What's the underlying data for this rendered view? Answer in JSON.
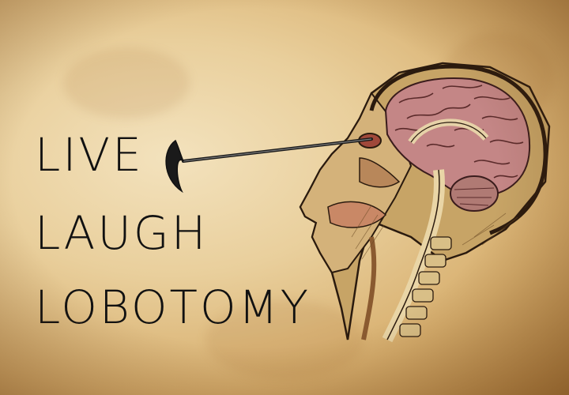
{
  "poster": {
    "lines": [
      "LIVE",
      "LAUGH",
      "LOBOTOMY"
    ]
  },
  "illustration": {
    "subject": "anatomical-head-cross-section",
    "tool": "orbitoclast-icon"
  },
  "colors": {
    "paper_light": "#f3e2bd",
    "paper_dark": "#b98743",
    "text": "#111111",
    "brain_pink": "#c98a8a",
    "skin": "#caa96e",
    "outline": "#2a1a0e"
  }
}
